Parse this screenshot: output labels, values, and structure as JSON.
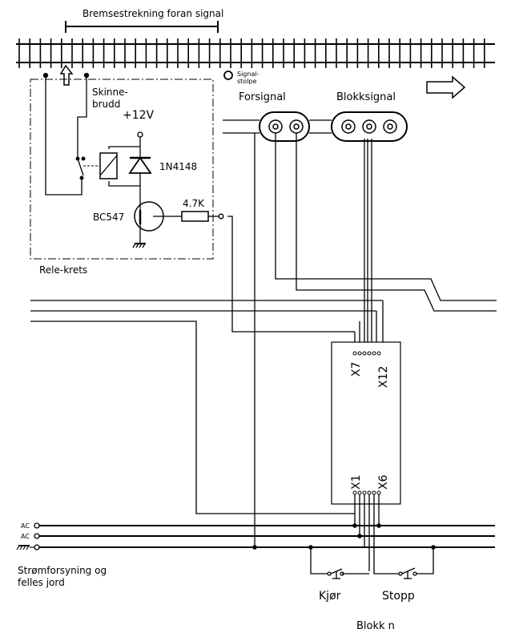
{
  "labels": {
    "braking_distance": "Bremsestrekning foran signal",
    "rail_break": [
      "Skinne-",
      "brudd"
    ],
    "supply_12v": "+12V",
    "diode": "1N4148",
    "transistor": "BC547",
    "resistor": "4.7K",
    "relay_circuit": "Rele-krets",
    "signal_post": [
      "Signal-",
      "stolpe"
    ],
    "distant_signal": "Forsignal",
    "block_signal": "Blokksignal",
    "pin_x7": "X7",
    "pin_x12": "X12",
    "pin_x1": "X1",
    "pin_x6": "X6",
    "ac1": "AC",
    "ac2": "AC",
    "power_supply": [
      "Strømforsyning og",
      "felles jord"
    ],
    "go_switch": "Kjør",
    "stop_switch": "Stopp",
    "block_name": "Blokk n"
  },
  "icons": [
    "track-icon",
    "up-arrow-icon",
    "right-arrow-icon",
    "relay-icon",
    "diode-icon",
    "transistor-icon",
    "resistor-icon",
    "ground-icon",
    "switch-icon",
    "signal-lamp-icon"
  ]
}
